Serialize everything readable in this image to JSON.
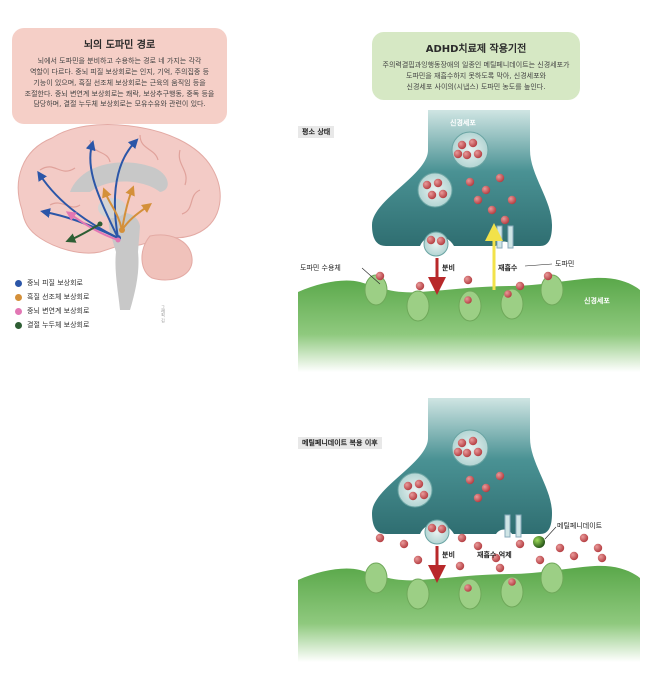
{
  "brain_box": {
    "title": "뇌의 도파민 경로",
    "lines": [
      "뇌에서 도파민을 분비하고 수용하는 경로 네 가지는 각각",
      "역할이 다르다. 중뇌 피질 보상회로는 인지, 기억, 주의집중 등",
      "기능이 있으며, 흑질 선조체 보상회로는 근육의 움직임 등을",
      "조절한다. 중뇌 변연계 보상회로는 쾌락, 보상추구행동, 중독 등을",
      "담당하며, 결절 누두체 보상회로는 모유수유와 관련이 있다."
    ]
  },
  "adhd_box": {
    "title": "ADHD치료제 작용기전",
    "lines": [
      "주의력결핍과잉행동장애의 일종인 메틸페니데이트는 신경세포가",
      "도파민을 재흡수하지 못하도록 막아, 신경세포와",
      "신경세포 사이의(시냅스) 도파민 농도를 높인다."
    ]
  },
  "legend": [
    {
      "label": "중뇌 피질 보상회로",
      "color": "#2b56a8"
    },
    {
      "label": "흑질 선조체 보상회로",
      "color": "#d4903a"
    },
    {
      "label": "중뇌 변연계 보상회로",
      "color": "#e277b4"
    },
    {
      "label": "결절 누두체 보상회로",
      "color": "#2e5e34"
    }
  ],
  "credit": "그래픽 김",
  "top_panel": {
    "label": "평소 상태",
    "neuron_top": "신경세포",
    "neuron_bottom": "신경세포",
    "receptor": "도파민 수용체",
    "release": "분비",
    "reuptake": "재흡수",
    "dopamine": "도파민"
  },
  "bottom_panel": {
    "label": "메틸페니데이트 복용 이후",
    "release": "분비",
    "reuptake_block": "재흡수 억제",
    "drug": "메틸페니데이트"
  },
  "colors": {
    "teal": "#3f8a8c",
    "green": "#4f9a3f",
    "dopamine": "#c2464a",
    "release_arrow": "#b8282a",
    "reuptake_arrow": "#f2e24a"
  }
}
